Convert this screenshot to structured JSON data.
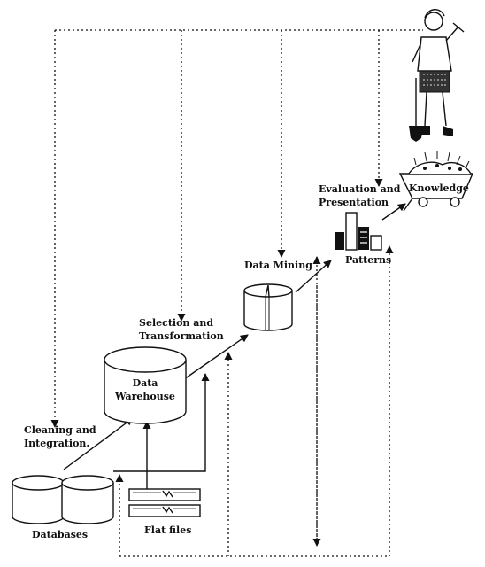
{
  "title": "",
  "stages": {
    "databases": "Databases",
    "flat_files": "Flat files",
    "cleaning": [
      "Cleaning and",
      "Integration."
    ],
    "warehouse": [
      "Data",
      "Warehouse"
    ],
    "selection": [
      "Selection and",
      "Transformation"
    ],
    "mining": "Data Mining",
    "patterns": "Patterns",
    "evaluation": [
      "Evaluation and",
      "Presentation"
    ],
    "knowledge": "Knowledge"
  },
  "icons": [
    "database-icon",
    "flat-file-icon",
    "data-warehouse-icon",
    "data-mining-icon",
    "patterns-bar-icon",
    "knowledge-cart-icon",
    "miner-figure-icon"
  ]
}
